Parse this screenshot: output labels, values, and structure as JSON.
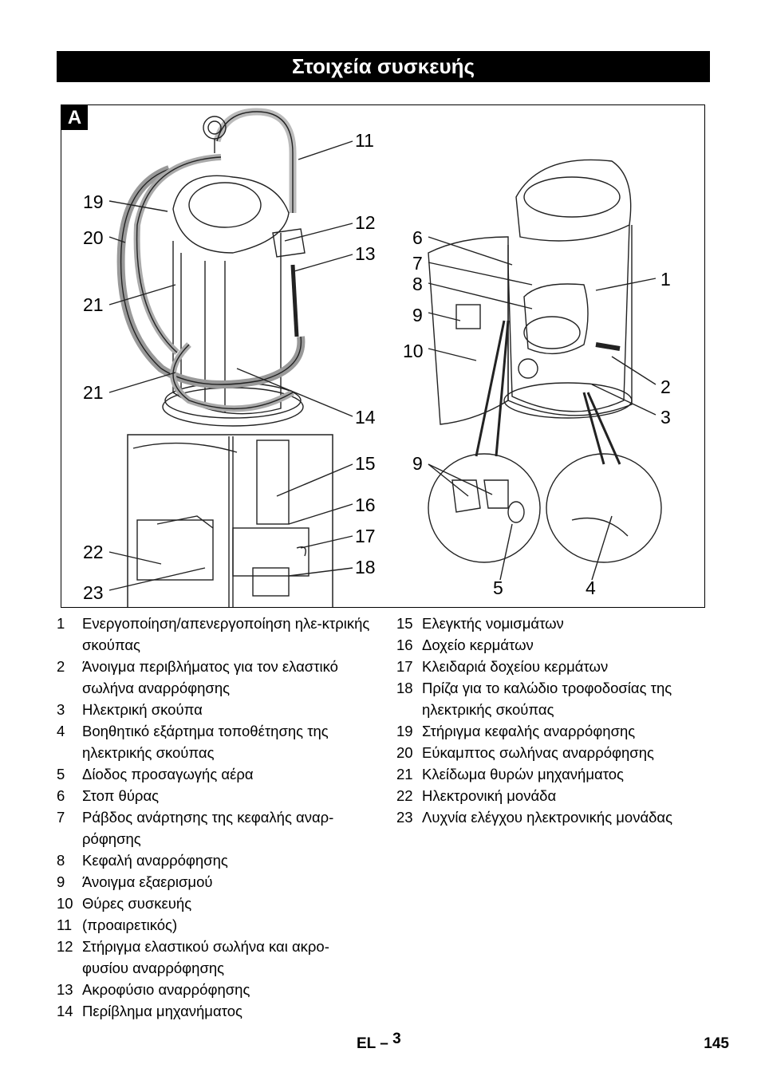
{
  "title": "Στοιχεία συσκευής",
  "figure": {
    "letter": "A",
    "callouts": [
      "1",
      "2",
      "3",
      "4",
      "5",
      "6",
      "7",
      "8",
      "9",
      "10",
      "11",
      "12",
      "13",
      "14",
      "15",
      "16",
      "17",
      "18",
      "19",
      "20",
      "21",
      "21",
      "22",
      "23",
      "9"
    ]
  },
  "legend_left": [
    {
      "num": "1",
      "text": "Ενεργοποίηση/απενεργοποίηση ηλε-κτρικής σκούπας"
    },
    {
      "num": "2",
      "text": "Άνοιγμα περιβλήματος για τον ελαστικό σωλήνα αναρρόφησης"
    },
    {
      "num": "3",
      "text": "Ηλεκτρική σκούπα"
    },
    {
      "num": "4",
      "text": "Βοηθητικό εξάρτημα τοποθέτησης της ηλεκτρικής σκούπας"
    },
    {
      "num": "5",
      "text": "Δίοδος προσαγωγής αέρα"
    },
    {
      "num": "6",
      "text": "Στοπ θύρας"
    },
    {
      "num": "7",
      "text": "Ράβδος ανάρτησης της κεφαλής αναρ-ρόφησης"
    },
    {
      "num": "8",
      "text": "Κεφαλή αναρρόφησης"
    },
    {
      "num": "9",
      "text": "Άνοιγμα εξαερισμού"
    },
    {
      "num": "10",
      "text": "Θύρες συσκευής"
    },
    {
      "num": "11",
      "text": " (προαιρετικός)"
    },
    {
      "num": "12",
      "text": "Στήριγμα ελαστικού σωλήνα και ακρο-φυσίου αναρρόφησης"
    },
    {
      "num": "13",
      "text": "Ακροφύσιο αναρρόφησης"
    },
    {
      "num": "14",
      "text": "Περίβλημα μηχανήματος"
    }
  ],
  "legend_right": [
    {
      "num": "15",
      "text": "Ελεγκτής νομισμάτων"
    },
    {
      "num": "16",
      "text": "Δοχείο κερμάτων"
    },
    {
      "num": "17",
      "text": "Κλειδαριά δοχείου κερμάτων"
    },
    {
      "num": "18",
      "text": "Πρίζα για το καλώδιο τροφοδοσίας της ηλεκτρικής σκούπας"
    },
    {
      "num": "19",
      "text": "Στήριγμα κεφαλής αναρρόφησης"
    },
    {
      "num": "20",
      "text": "Εύκαμπτος σωλήνας αναρρόφησης"
    },
    {
      "num": "21",
      "text": "Κλείδωμα θυρών μηχανήματος"
    },
    {
      "num": "22",
      "text": "Ηλεκτρονική μονάδα"
    },
    {
      "num": "23",
      "text": "Λυχνία ελέγχου ηλεκτρονικής μονάδας"
    }
  ],
  "footer": {
    "lang": "EL",
    "sep": "–",
    "section": "3",
    "page": "145"
  }
}
